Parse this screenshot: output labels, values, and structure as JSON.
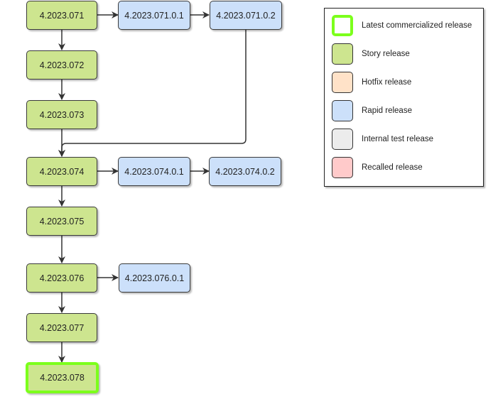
{
  "nodes": {
    "n071": "4.2023.071",
    "n071_0_1": "4.2023.071.0.1",
    "n071_0_2": "4.2023.071.0.2",
    "n072": "4.2023.072",
    "n073": "4.2023.073",
    "n074": "4.2023.074",
    "n074_0_1": "4.2023.074.0.1",
    "n074_0_2": "4.2023.074.0.2",
    "n075": "4.2023.075",
    "n076": "4.2023.076",
    "n076_0_1": "4.2023.076.0.1",
    "n077": "4.2023.077",
    "n078": "4.2023.078"
  },
  "legend": {
    "items": [
      {
        "label": "Latest commercialized release",
        "color": "#ffffff",
        "border": "#7cff1c"
      },
      {
        "label": "Story release",
        "color": "#cde58f",
        "border": "#333333"
      },
      {
        "label": "Hotfix release",
        "color": "#ffe2c8",
        "border": "#333333"
      },
      {
        "label": "Rapid release",
        "color": "#cce0fa",
        "border": "#333333"
      },
      {
        "label": "Internal test release",
        "color": "#ececec",
        "border": "#333333"
      },
      {
        "label": "Recalled release",
        "color": "#ffcaca",
        "border": "#333333"
      }
    ]
  },
  "colors": {
    "story": "#cde58f",
    "rapid": "#cce0fa",
    "latest_border": "#7cff1c",
    "edge": "#333333"
  }
}
